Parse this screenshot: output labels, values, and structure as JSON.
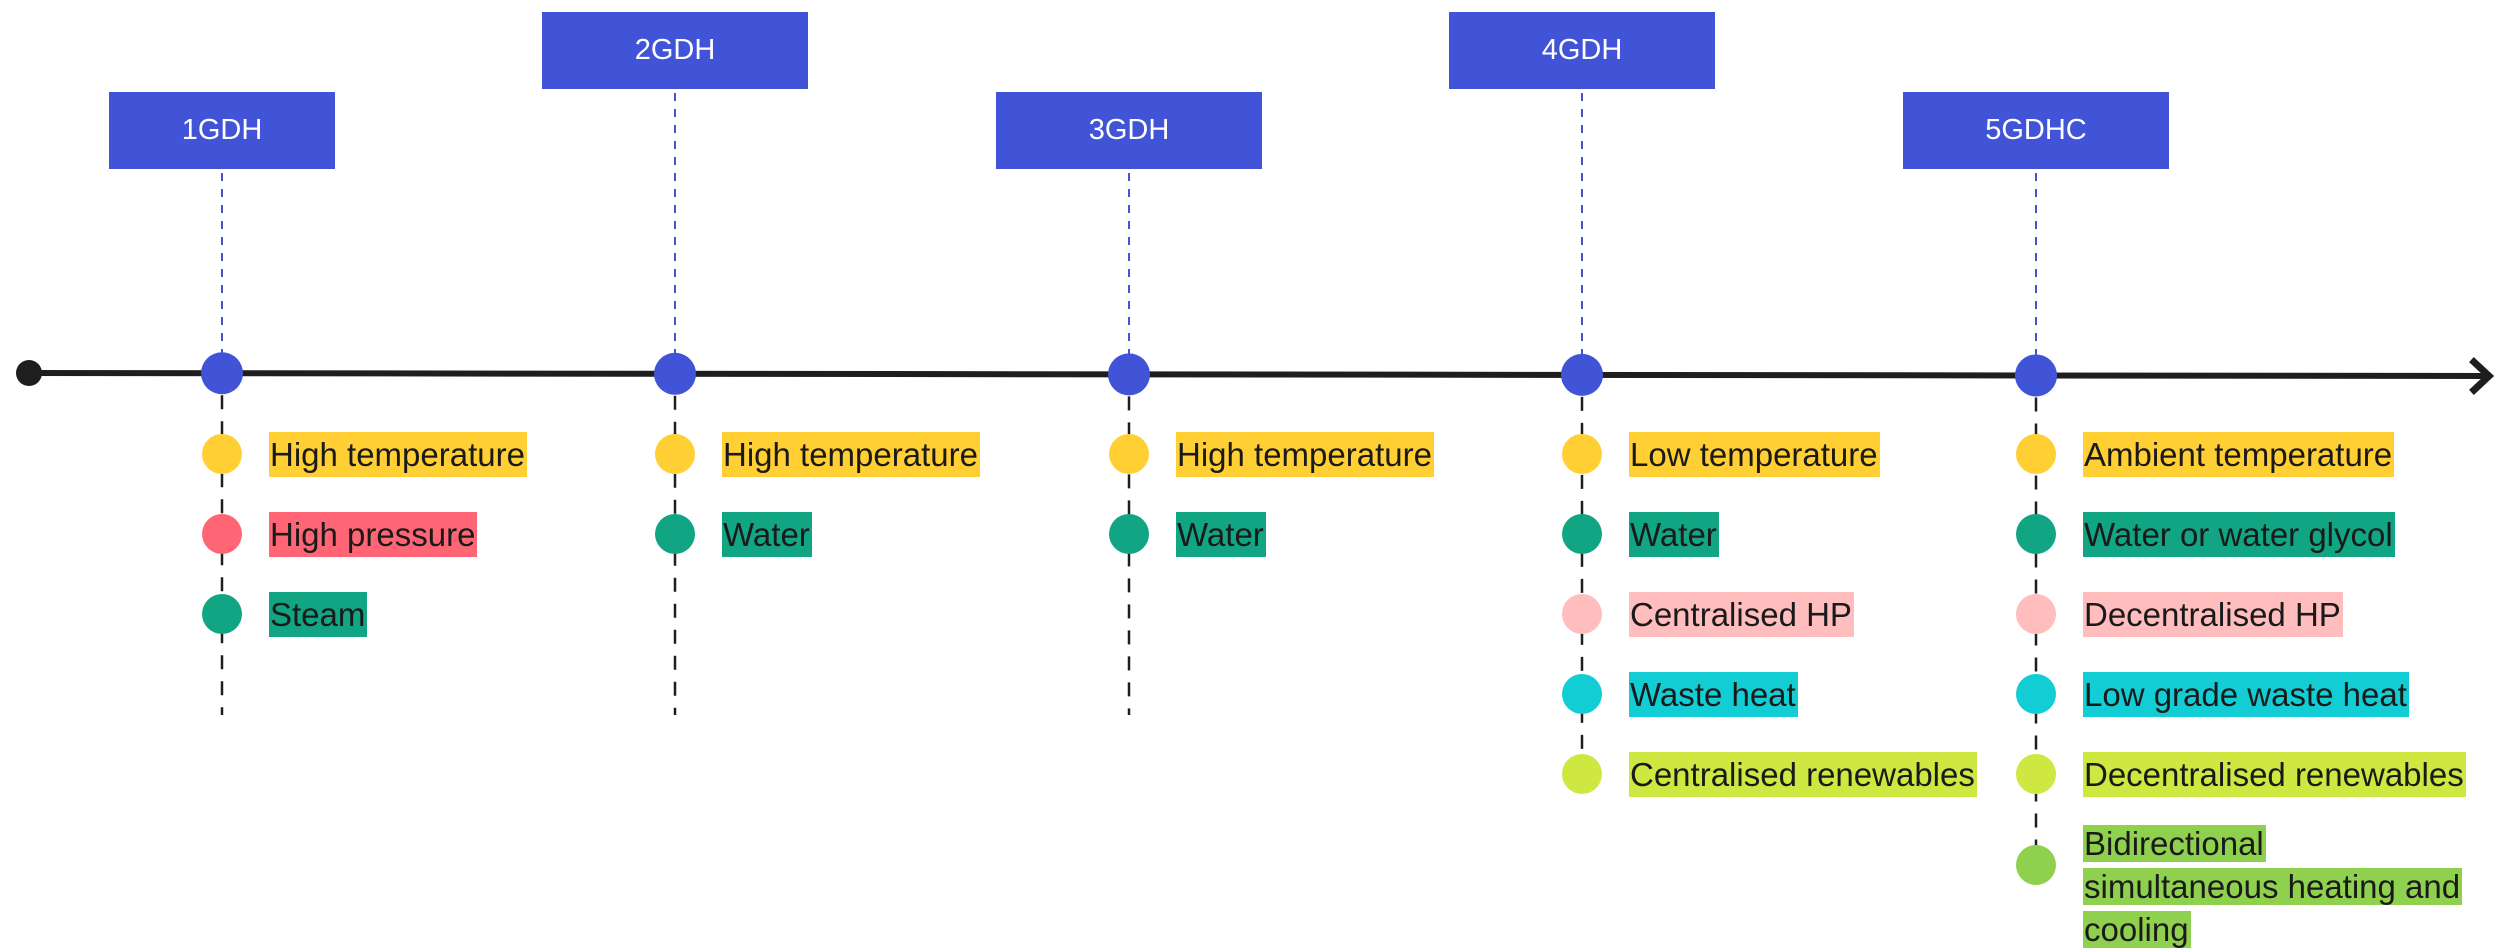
{
  "diagram": {
    "type": "timeline",
    "colors": {
      "generation_box": "#4154D8",
      "generation_text": "#FFFFFF",
      "axis": "#1E1E1E",
      "milestone_dot": "#4154D8",
      "connector_dash_top": "#4154D8",
      "connector_dash_bottom": "#1E1E1E",
      "label_text": "#1A1A1A"
    },
    "generations": [
      {
        "label": "1GDH",
        "items": [
          {
            "text": "High temperature",
            "category": "temperature",
            "color": "#FFCF33"
          },
          {
            "text": "High pressure",
            "category": "pressure",
            "color": "#FF6575"
          },
          {
            "text": "Steam",
            "category": "medium",
            "color": "#12A584"
          }
        ]
      },
      {
        "label": "2GDH",
        "items": [
          {
            "text": "High temperature",
            "category": "temperature",
            "color": "#FFCF33"
          },
          {
            "text": "Water",
            "category": "medium",
            "color": "#12A584"
          }
        ]
      },
      {
        "label": "3GDH",
        "items": [
          {
            "text": "High temperature",
            "category": "temperature",
            "color": "#FFCF33"
          },
          {
            "text": "Water",
            "category": "medium",
            "color": "#12A584"
          }
        ]
      },
      {
        "label": "4GDH",
        "items": [
          {
            "text": "Low temperature",
            "category": "temperature",
            "color": "#FFCF33"
          },
          {
            "text": "Water",
            "category": "medium",
            "color": "#12A584"
          },
          {
            "text": "Centralised HP",
            "category": "heat-pump",
            "color": "#FFBDBE"
          },
          {
            "text": "Waste heat",
            "category": "waste-heat",
            "color": "#12CDD4"
          },
          {
            "text": "Centralised renewables",
            "category": "renewables",
            "color": "#CEE741"
          }
        ]
      },
      {
        "label": "5GDHC",
        "items": [
          {
            "text": "Ambient temperature",
            "category": "temperature",
            "color": "#FFCF33"
          },
          {
            "text": "Water or water glycol",
            "category": "medium",
            "color": "#12A584"
          },
          {
            "text": "Decentralised HP",
            "category": "heat-pump",
            "color": "#FFBDBE"
          },
          {
            "text": "Low grade waste heat",
            "category": "waste-heat",
            "color": "#12CDD4"
          },
          {
            "text": "Decentralised renewables",
            "category": "renewables",
            "color": "#CEE741"
          },
          {
            "text": "Bidirectional simultaneous heating and cooling",
            "category": "bidirectional",
            "color": "#8FD14F"
          }
        ]
      }
    ]
  }
}
